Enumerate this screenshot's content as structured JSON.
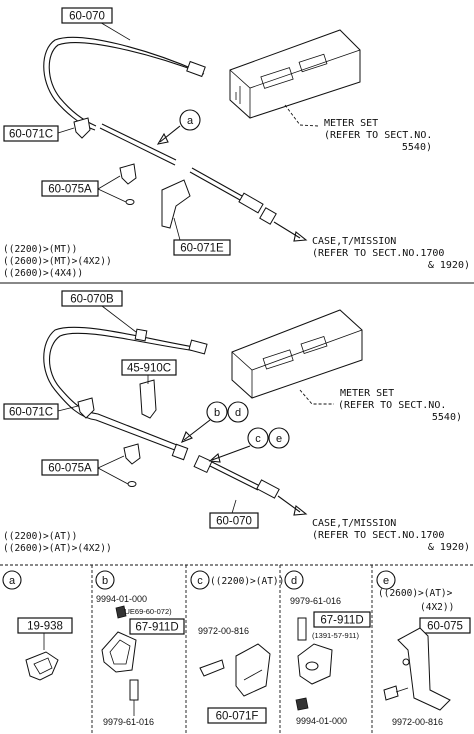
{
  "upper": {
    "cable_part": "60-070",
    "clip_part": "60-071C",
    "grommet_part": "60-075A",
    "bracket_part": "60-071E",
    "detail_circle": "a",
    "meter_ref_1": "METER SET",
    "meter_ref_2": "(REFER TO SECT.NO.",
    "meter_ref_3": "5540)",
    "case_ref_1": "CASE,T/MISSION",
    "case_ref_2": "(REFER TO SECT.NO.1700",
    "case_ref_3": "& 1920)",
    "cond_1": "((2200)>(MT))",
    "cond_2": "((2600)>(MT)>(4X2))",
    "cond_3": "((2600)>(4X4))"
  },
  "lower": {
    "cable_part": "60-070B",
    "clamp_part": "45-910C",
    "clip_part": "60-071C",
    "grommet_part": "60-075A",
    "cable2_part": "60-070",
    "circle_b": "b",
    "circle_d": "d",
    "circle_c": "c",
    "circle_e": "e",
    "meter_ref_1": "METER SET",
    "meter_ref_2": "(REFER TO SECT.NO.",
    "meter_ref_3": "5540)",
    "case_ref_1": "CASE,T/MISSION",
    "case_ref_2": "(REFER TO SECT.NO.1700",
    "case_ref_3": "& 1920)",
    "cond_1": "((2200)>(AT))",
    "cond_2": "((2600)>(AT)>(4X2))"
  },
  "details": {
    "a": {
      "letter": "a",
      "part": "19-938"
    },
    "b": {
      "letter": "b",
      "part_top": "9994-01-000",
      "note": "(UE69-60-072)",
      "part_box": "67-911D",
      "part_bottom": "9979-61-016"
    },
    "c": {
      "letter": "c",
      "cond": "((2200)>(AT))",
      "part_bolt": "9972-00-816",
      "part_box": "60-071F"
    },
    "d": {
      "letter": "d",
      "part_top": "9979-61-016",
      "part_box": "67-911D",
      "note": "(1391-57-911)",
      "part_bottom": "9994-01-000"
    },
    "e": {
      "letter": "e",
      "cond_1": "((2600)>(AT)>",
      "cond_2": "(4X2))",
      "part_box": "60-075",
      "part_bolt": "9972-00-816"
    }
  }
}
